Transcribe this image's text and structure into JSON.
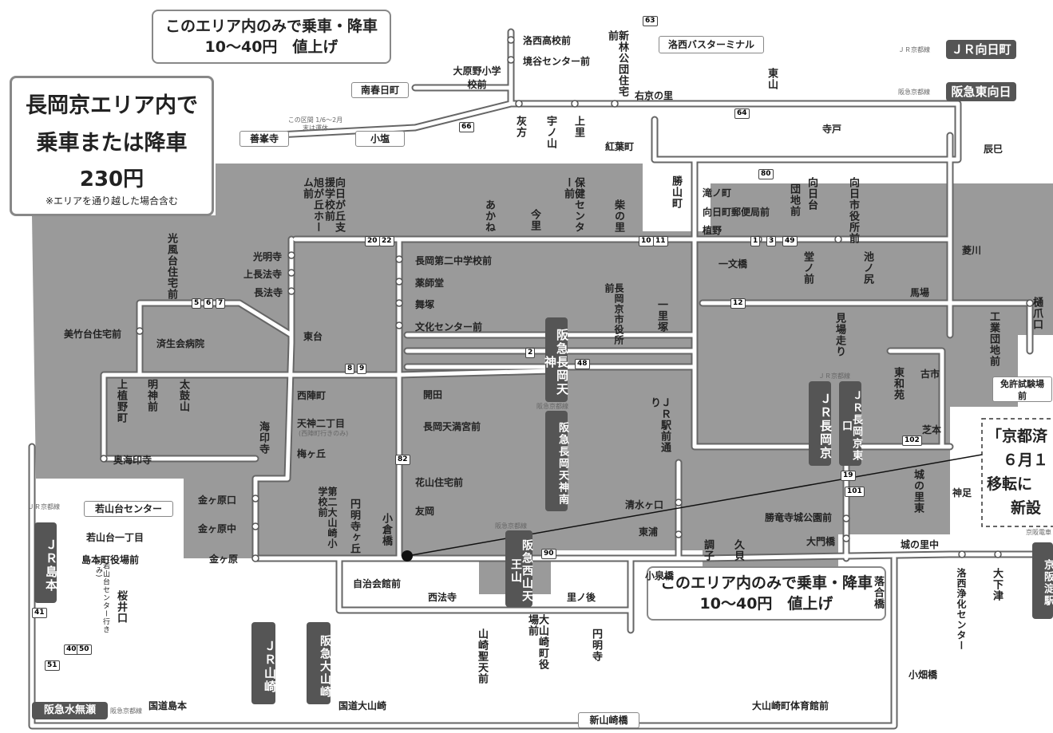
{
  "notices": {
    "top_line1": "このエリア内のみで乗車・降車",
    "top_line2": "10〜40円　値上げ",
    "bottom_line1": "このエリア内のみで乗車・降車",
    "bottom_line2": "10〜40円　値上げ"
  },
  "fare_box": {
    "line1": "長岡京エリア内で",
    "line2": "乗車または降車",
    "price": "230円",
    "note": "※エリアを通り越した場合含む"
  },
  "side_notice": {
    "line1": "「京都済",
    "line2": "６月１",
    "line3": "移転に",
    "line4": "新設"
  },
  "rail_stations": {
    "jr_mukomachi": "ＪＲ向日町",
    "hankyu_higashimuko": "阪急東向日",
    "hankyu_nagaokatenjin": "阪急長岡天神",
    "hankyu_nagaokatenjin_minami": "阪急長岡天神南",
    "jr_nagaokakyo": "ＪＲ長岡京",
    "jr_nagaokakyo_higashi": "ＪＲ長岡京東口",
    "hankyu_nishiyama_tennozan": "阪急西山天王山",
    "jr_shimamoto": "ＪＲ島本",
    "jr_yamazaki": "ＪＲ山崎",
    "hankyu_oyamazaki": "阪急大山崎",
    "hankyu_minase": "阪急水無瀬",
    "keihan_yodo": "京阪淀駅",
    "wakayamadai_center": "若山台センター",
    "rakusai_bus_terminal": "洛西バスターミナル",
    "menkyo": "免許試験場前"
  },
  "line_labels": {
    "jr_kyoto_line": "ＪＲ京都線",
    "hankyu_kyoto_line": "阪急京都線",
    "keihan_line": "京阪電車"
  },
  "stops_horizontal": {
    "rakusai_koko": "洛西高校前",
    "sakaidani": "境谷センター前",
    "oharano": "大原野小学校前",
    "minami_kasuga": "南春日町",
    "ukyo_no_sato": "右京の里",
    "zenpoji": "善峯寺",
    "oshio": "小塩",
    "teramichi": "寺戸",
    "tatsumi": "辰巳",
    "takinocho": "滝ノ町",
    "muko_post": "向日町郵便局前",
    "ueno": "植野",
    "ichimonbashi": "一文橋",
    "hishikawa": "菱川",
    "baba": "馬場",
    "komyoji": "光明寺",
    "kamichohoji": "上長法寺",
    "chohoji": "長法寺",
    "nagaoka2chu": "長岡第二中学校前",
    "yakushido": "薬師堂",
    "mazuka": "舞塚",
    "bunka_center": "文化センター前",
    "bidai": "美竹台住宅前",
    "saisei": "済生会病院",
    "higashidai": "東台",
    "kaiden": "開田",
    "nishijincho": "西陣町",
    "tenjin2": "天神二丁目",
    "tenjin2_note": "(西陣町行きのみ)",
    "umegaoka": "梅ヶ丘",
    "okuebinji": "奥海印寺",
    "nagaoka_tenmangu": "長岡天満宮前",
    "hanayama": "花山住宅前",
    "tomooka": "友岡",
    "kanegahara_kuchi": "金ヶ原口",
    "kanegahara_naka": "金ヶ原中",
    "kanegahara": "金ヶ原",
    "shimizugaguchi": "清水ヶ口",
    "higashiura": "東浦",
    "shoryuji": "勝竜寺城公園前",
    "daimonbashi": "大門橋",
    "shironosato_naka": "城の里中",
    "jichikaikan": "自治会館前",
    "saihoji": "西法寺",
    "satonoushiro": "里ノ後",
    "koizumibashi": "小泉橋",
    "kohatabashi": "小畑橋",
    "wakayamadai1": "若山台一丁目",
    "shimamoto_yakuba": "島本町役場前",
    "kokudo_shimamoto": "国道島本",
    "kokudo_oyamazaki": "国道大山崎",
    "shin_yamazakibashi": "新山崎橋",
    "oyamazaki_gym": "大山崎町体育館前",
    "shiba": "芝本",
    "kamiashi": "神足",
    "furuichi": "古市",
    "bus_note": "この区間 1/6〜2月末は運休"
  },
  "stops_vertical": {
    "shinbayashi": "新林公団住宅前",
    "kotsukata": "灰方",
    "unoyama": "宇ノ山",
    "kamisato": "上里",
    "koyocho": "紅葉町",
    "higashiyama": "東山",
    "katsuyama": "勝山町",
    "danchimae": "団地前",
    "mukodai": "向日台",
    "shiyakusho": "向日市役所前",
    "kofu": "光風台住宅前",
    "asahigaoka": "旭が丘ホーム前",
    "shiengakko": "向日が丘支援学校前",
    "akane": "あかね",
    "ima": "今里",
    "hoken": "保健センター前",
    "shiba_no_sato": "柴の里",
    "shiyakusho_nagaoka": "長岡京市役所前",
    "ichirizuka": "一里塚",
    "donomae": "堂ノ前",
    "ikenoshiri": "池ノ尻",
    "mitsukeri": "見場走り",
    "kogyo": "工業団地前",
    "hitsumeguchi": "樋爪口",
    "towaen": "東和苑",
    "ekimae": "ＪＲ駅前通り",
    "kamiueno": "上植野町",
    "myojinmae": "明神前",
    "taikoyama": "太鼓山",
    "kaiinji": "海印寺",
    "dai2oyamazaki": "第二大山崎小学校前",
    "enmyoji_ga_oka": "円明寺ヶ丘",
    "ogurabashi": "小倉橋",
    "shironosato_higashi": "城の里東",
    "choshi": "調子",
    "kumiko": "久貝",
    "ochiaibashi": "落合橋",
    "rakusai_joka": "洛西浄化センター",
    "ooshimo": "大下津",
    "yamazaki_shoten": "山崎聖天前",
    "oyamazaki_yakuba": "大山崎町役場前",
    "enmyoji": "円明寺",
    "sakurai": "桜井口",
    "wakayama_note": "(若山台センター行きのみ)"
  },
  "route_numbers": [
    "63",
    "64",
    "66",
    "80",
    "1",
    "3",
    "49",
    "10",
    "11",
    "12",
    "20",
    "22",
    "5",
    "6",
    "7",
    "8",
    "9",
    "48",
    "2",
    "90",
    "101",
    "102",
    "19",
    "82",
    "40",
    "50",
    "51",
    "41"
  ],
  "colors": {
    "area_fill": "#9a9a9a",
    "road": "#ffffff",
    "road_edge": "#666666",
    "rail_box": "#555555",
    "pin": "#111111"
  }
}
